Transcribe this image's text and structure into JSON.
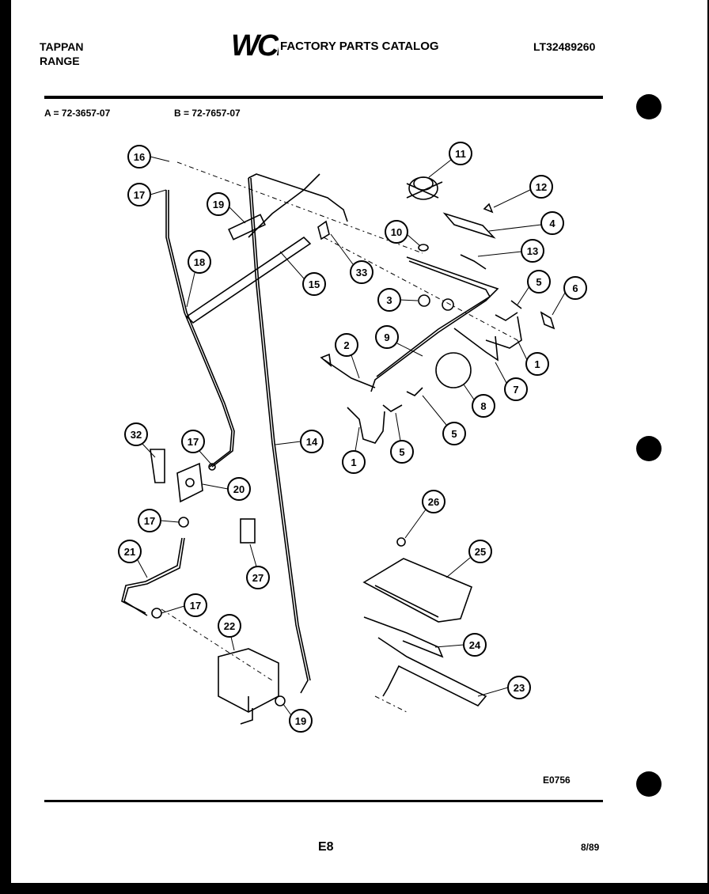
{
  "header": {
    "brand_line1": "TAPPAN",
    "brand_line2": "RANGE",
    "logo_text": "WCI",
    "catalog_title": "FACTORY PARTS CATALOG",
    "part_code": "LT32489260"
  },
  "models": {
    "a": "A = 72-3657-07",
    "b": "B = 72-7657-07"
  },
  "footer": {
    "figure_code": "E0756",
    "page_number": "E8",
    "revision_date": "8/89"
  },
  "callouts": [
    "16",
    "17",
    "19",
    "18",
    "15",
    "14",
    "33",
    "11",
    "12",
    "4",
    "10",
    "13",
    "3",
    "5",
    "6",
    "2",
    "9",
    "1",
    "8",
    "7",
    "5",
    "5",
    "1",
    "32",
    "17",
    "20",
    "17",
    "21",
    "27",
    "17",
    "22",
    "19",
    "26",
    "25",
    "24",
    "23"
  ]
}
